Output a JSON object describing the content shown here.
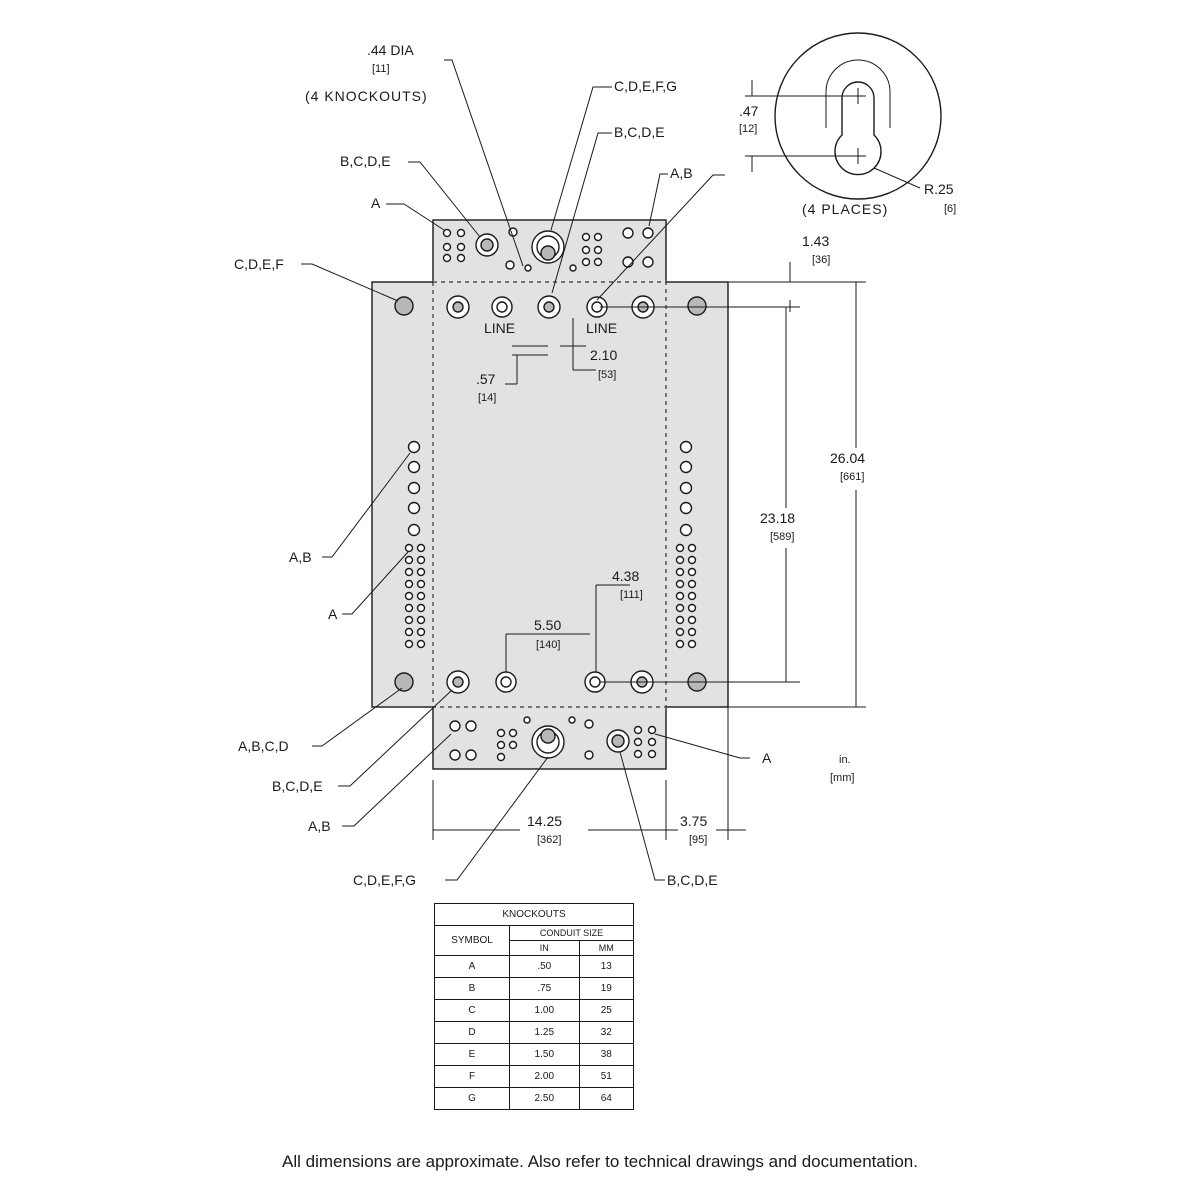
{
  "callouts": {
    "top_dia": ".44  DIA",
    "top_dia_mm": "[11]",
    "top_dia_note": "(4  KNOCKOUTS)",
    "top_cdefg": "C,D,E,F,G",
    "top_bcde_right": "B,C,D,E",
    "top_bcde_left": "B,C,D,E",
    "top_a": "A",
    "top_ab": "A,B",
    "left_cdef": "C,D,E,F",
    "left_ab": "A,B",
    "left_a": "A",
    "bottom_abcd": "A,B,C,D",
    "bottom_bcde_left": "B,C,D,E",
    "bottom_ab": "A,B",
    "bottom_cdefg": "C,D,E,F,G",
    "bottom_bcde_right": "B,C,D,E",
    "bottom_a": "A",
    "line_left": "LINE",
    "line_right": "LINE"
  },
  "keyhole": {
    "dim": ".47",
    "dim_mm": "[12]",
    "radius": "R.25",
    "radius_mm": "[6]",
    "note": "(4  PLACES)"
  },
  "dimensions": {
    "d1_43": "1.43",
    "d1_43_mm": "[36]",
    "d26_04": "26.04",
    "d26_04_mm": "[661]",
    "d23_18": "23.18",
    "d23_18_mm": "[589]",
    "d2_10": "2.10",
    "d2_10_mm": "[53]",
    "d0_57": ".57",
    "d0_57_mm": "[14]",
    "d4_38": "4.38",
    "d4_38_mm": "[111]",
    "d5_50": "5.50",
    "d5_50_mm": "[140]",
    "d14_25": "14.25",
    "d14_25_mm": "[362]",
    "d3_75": "3.75",
    "d3_75_mm": "[95]",
    "units": "in.",
    "units_mm": "[mm]"
  },
  "table": {
    "title": "KNOCKOUTS",
    "symbol_header": "SYMBOL",
    "size_header": "CONDUIT  SIZE",
    "in_header": "IN",
    "mm_header": "MM",
    "rows": [
      {
        "symbol": "A",
        "in": ".50",
        "mm": "13"
      },
      {
        "symbol": "B",
        "in": ".75",
        "mm": "19"
      },
      {
        "symbol": "C",
        "in": "1.00",
        "mm": "25"
      },
      {
        "symbol": "D",
        "in": "1.25",
        "mm": "32"
      },
      {
        "symbol": "E",
        "in": "1.50",
        "mm": "38"
      },
      {
        "symbol": "F",
        "in": "2.00",
        "mm": "51"
      },
      {
        "symbol": "G",
        "in": "2.50",
        "mm": "64"
      }
    ]
  },
  "footnote": "All dimensions are approximate.  Also refer to technical drawings and documentation."
}
